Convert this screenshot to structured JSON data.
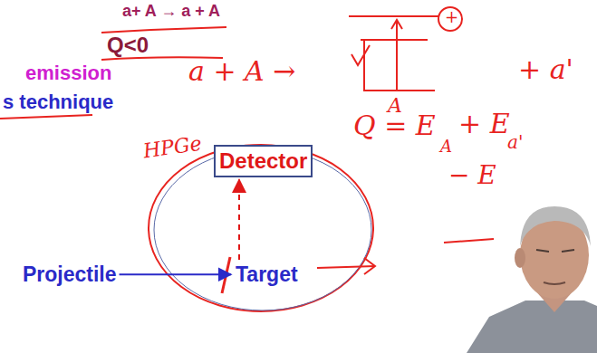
{
  "diagram": {
    "nodes": [
      {
        "text": [
          "Projectile"
        ]
      },
      {
        "text": [
          "Target"
        ]
      },
      {
        "text": [
          "Detector"
        ]
      }
    ],
    "edges": [
      {
        "from": 0,
        "to": 1,
        "arrow": "to"
      },
      {
        "from": 1,
        "to": 2,
        "arrow": "to"
      }
    ],
    "labels": [
      "a+ A → a + A",
      "Q<0",
      "emission",
      "s technique",
      "a + A →",
      "A",
      "+ a'",
      "+",
      "Q = E",
      "A",
      "+ E",
      "a'",
      "− E",
      "HPGe"
    ]
  }
}
